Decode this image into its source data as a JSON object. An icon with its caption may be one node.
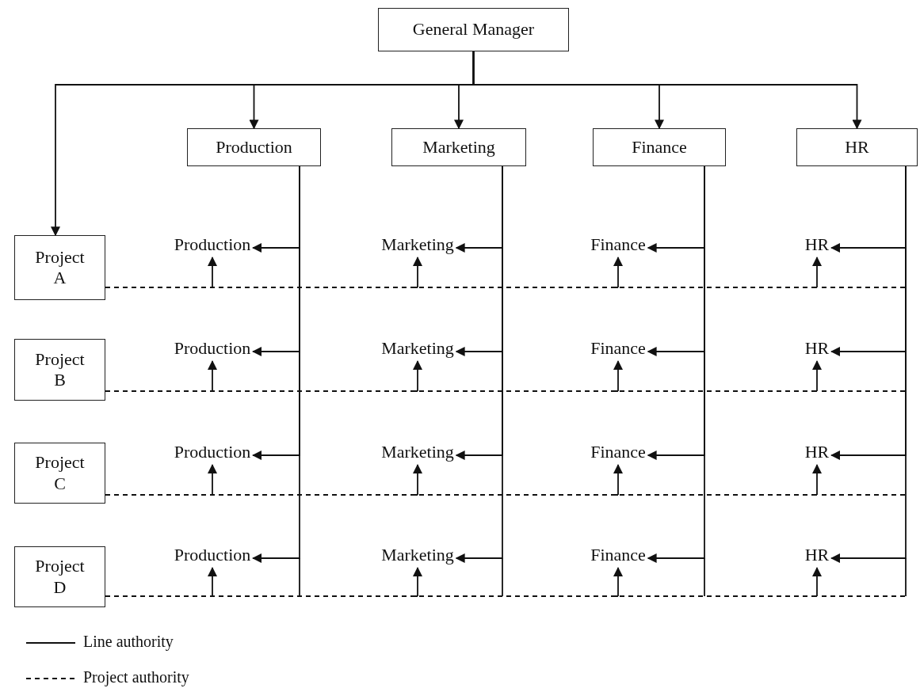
{
  "diagram": {
    "nodes": [
      {
        "text": [
          "General Manager"
        ]
      },
      {
        "text": [
          "Production"
        ]
      },
      {
        "text": [
          "Marketing"
        ]
      },
      {
        "text": [
          "Finance"
        ]
      },
      {
        "text": [
          "HR"
        ]
      },
      {
        "text": [
          "Project A"
        ]
      },
      {
        "text": [
          "Project B"
        ]
      },
      {
        "text": [
          "Project C"
        ]
      },
      {
        "text": [
          "Project D"
        ]
      },
      {
        "text": [
          "Production"
        ]
      },
      {
        "text": [
          "Marketing"
        ]
      },
      {
        "text": [
          "Finance"
        ]
      },
      {
        "text": [
          "HR"
        ]
      },
      {
        "text": [
          "Production"
        ]
      },
      {
        "text": [
          "Marketing"
        ]
      },
      {
        "text": [
          "Finance"
        ]
      },
      {
        "text": [
          "HR"
        ]
      },
      {
        "text": [
          "Production"
        ]
      },
      {
        "text": [
          "Marketing"
        ]
      },
      {
        "text": [
          "Finance"
        ]
      },
      {
        "text": [
          "HR"
        ]
      },
      {
        "text": [
          "Production"
        ]
      },
      {
        "text": [
          "Marketing"
        ]
      },
      {
        "text": [
          "Finance"
        ]
      },
      {
        "text": [
          "HR"
        ]
      }
    ],
    "edges": [
      {
        "from": 0,
        "to": 5,
        "arrow": "to"
      },
      {
        "from": 0,
        "to": 1,
        "arrow": "to"
      },
      {
        "from": 0,
        "to": 2,
        "arrow": "to"
      },
      {
        "from": 0,
        "to": 3,
        "arrow": "to"
      },
      {
        "from": 0,
        "to": 4,
        "arrow": "to"
      },
      {
        "from": 1,
        "to": 9,
        "arrow": "to"
      },
      {
        "from": 1,
        "to": 13,
        "arrow": "to"
      },
      {
        "from": 1,
        "to": 17,
        "arrow": "to"
      },
      {
        "from": 1,
        "to": 21,
        "arrow": "to"
      },
      {
        "from": 2,
        "to": 10,
        "arrow": "to"
      },
      {
        "from": 2,
        "to": 14,
        "arrow": "to"
      },
      {
        "from": 2,
        "to": 18,
        "arrow": "to"
      },
      {
        "from": 2,
        "to": 22,
        "arrow": "to"
      },
      {
        "from": 3,
        "to": 11,
        "arrow": "to"
      },
      {
        "from": 3,
        "to": 15,
        "arrow": "to"
      },
      {
        "from": 3,
        "to": 19,
        "arrow": "to"
      },
      {
        "from": 3,
        "to": 23,
        "arrow": "to"
      },
      {
        "from": 4,
        "to": 12,
        "arrow": "to"
      },
      {
        "from": 4,
        "to": 16,
        "arrow": "to"
      },
      {
        "from": 4,
        "to": 20,
        "arrow": "to"
      },
      {
        "from": 4,
        "to": 24,
        "arrow": "to"
      },
      {
        "from": 5,
        "to": 9,
        "arrow": "to",
        "style": "dashed"
      },
      {
        "from": 5,
        "to": 10,
        "arrow": "to",
        "style": "dashed"
      },
      {
        "from": 5,
        "to": 11,
        "arrow": "to",
        "style": "dashed"
      },
      {
        "from": 5,
        "to": 12,
        "arrow": "to",
        "style": "dashed"
      },
      {
        "from": 6,
        "to": 13,
        "arrow": "to",
        "style": "dashed"
      },
      {
        "from": 6,
        "to": 14,
        "arrow": "to",
        "style": "dashed"
      },
      {
        "from": 6,
        "to": 15,
        "arrow": "to",
        "style": "dashed"
      },
      {
        "from": 6,
        "to": 16,
        "arrow": "to",
        "style": "dashed"
      },
      {
        "from": 7,
        "to": 17,
        "arrow": "to",
        "style": "dashed"
      },
      {
        "from": 7,
        "to": 18,
        "arrow": "to",
        "style": "dashed"
      },
      {
        "from": 7,
        "to": 19,
        "arrow": "to",
        "style": "dashed"
      },
      {
        "from": 7,
        "to": 20,
        "arrow": "to",
        "style": "dashed"
      },
      {
        "from": 8,
        "to": 21,
        "arrow": "to",
        "style": "dashed"
      },
      {
        "from": 8,
        "to": 22,
        "arrow": "to",
        "style": "dashed"
      },
      {
        "from": 8,
        "to": 23,
        "arrow": "to",
        "style": "dashed"
      },
      {
        "from": 8,
        "to": 24,
        "arrow": "to",
        "style": "dashed"
      }
    ],
    "legend": [
      {
        "text": "Line authority"
      },
      {
        "text": "Project authority"
      }
    ]
  }
}
